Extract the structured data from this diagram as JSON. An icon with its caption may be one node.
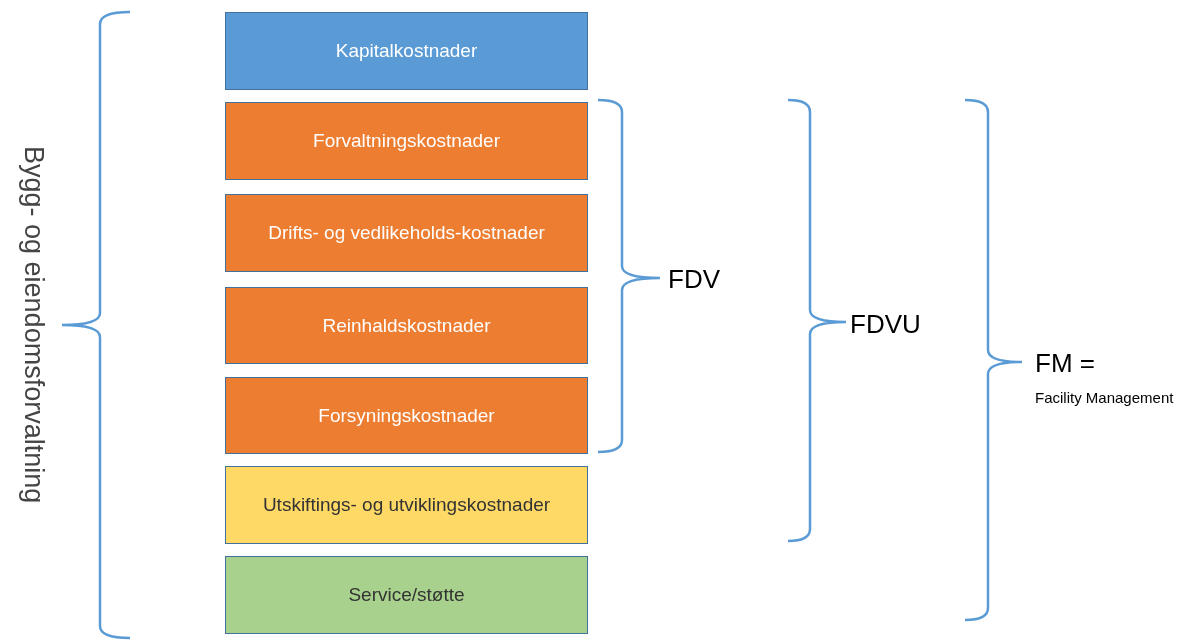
{
  "diagram": {
    "nodes": [
      {
        "text": [
          "Kapitalkostnader"
        ]
      },
      {
        "text": [
          "Forvaltningskostnader"
        ]
      },
      {
        "text": [
          "Drifts- og vedlikeholds-kostnader"
        ]
      },
      {
        "text": [
          "Reinhaldskostnader"
        ]
      },
      {
        "text": [
          "Forsyningskostnader"
        ]
      },
      {
        "text": [
          "Utskiftings- og utviklingskostnader"
        ]
      },
      {
        "text": [
          "Service/støtte"
        ]
      }
    ],
    "labels": [
      "Bygg- og eiendomsforvaltning",
      "FDV",
      "FDVU",
      "FM =",
      "Facility Management"
    ]
  }
}
